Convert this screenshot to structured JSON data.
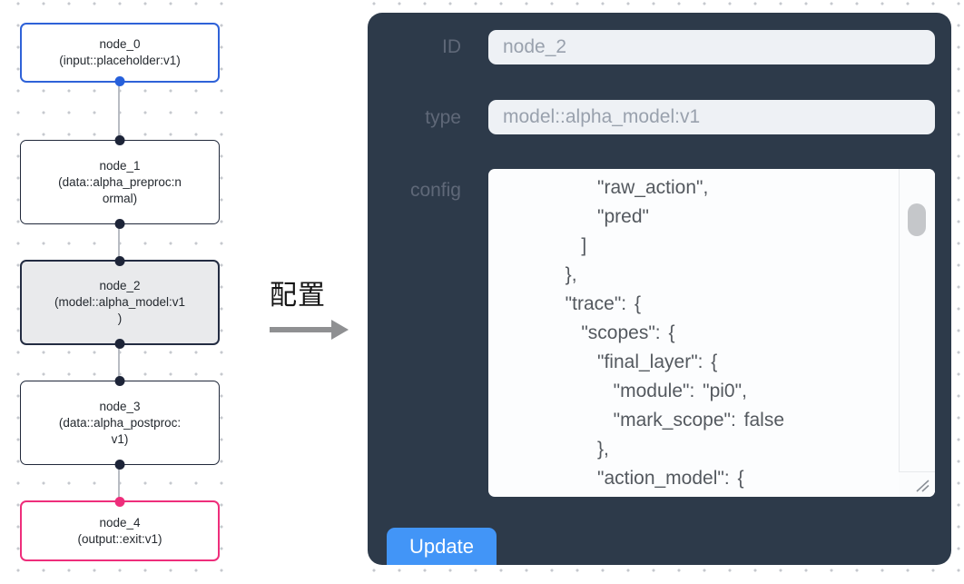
{
  "canvas": {
    "nodes": [
      {
        "id": "node_0",
        "lines": [
          "node_0",
          "(input::placeholder:v1)"
        ],
        "full_label": "node_0 (input::placeholder:v1)",
        "state": "input-accent"
      },
      {
        "id": "node_1",
        "lines": [
          "node_1",
          "(data::alpha_preproc:n",
          "ormal)"
        ],
        "full_label": "node_1 (data::alpha_preproc:normal)",
        "state": "default"
      },
      {
        "id": "node_2",
        "lines": [
          "node_2",
          "(model::alpha_model:v1",
          ")"
        ],
        "full_label": "node_2 (model::alpha_model:v1)",
        "state": "selected"
      },
      {
        "id": "node_3",
        "lines": [
          "node_3",
          "(data::alpha_postproc:",
          "v1)"
        ],
        "full_label": "node_3 (data::alpha_postproc:v1)",
        "state": "default"
      },
      {
        "id": "node_4",
        "lines": [
          "node_4",
          "(output::exit:v1)"
        ],
        "full_label": "node_4 (output::exit:v1)",
        "state": "output-accent"
      }
    ]
  },
  "transition": {
    "label": "配置"
  },
  "panel": {
    "id_field": {
      "label": "ID",
      "value": "node_2"
    },
    "type_field": {
      "label": "type",
      "value": "model::alpha_model:v1"
    },
    "config_field": {
      "label": "config",
      "lines": [
        "            \"raw_action\",",
        "            \"pred\"",
        "          ]",
        "        },",
        "        \"trace\": {",
        "          \"scopes\": {",
        "            \"final_layer\": {",
        "              \"module\": \"pi0\",",
        "              \"mark_scope\": false",
        "            },",
        "            \"action_model\": {"
      ]
    },
    "update_label": "Update"
  },
  "colors": {
    "panel_bg": "#2d3a4a",
    "input_bg": "#eef1f5",
    "input_text": "#99a1ad",
    "label_text": "#5f6878",
    "update_button_bg": "#4295f7",
    "node_border_default": "#20283a",
    "node_input_accent": "#2f62d8",
    "node_output_accent": "#ee2e7b",
    "selected_node_bg": "#e9eaec",
    "edge": "#b8bcc3",
    "dot_grid": "#c6c9ce"
  }
}
